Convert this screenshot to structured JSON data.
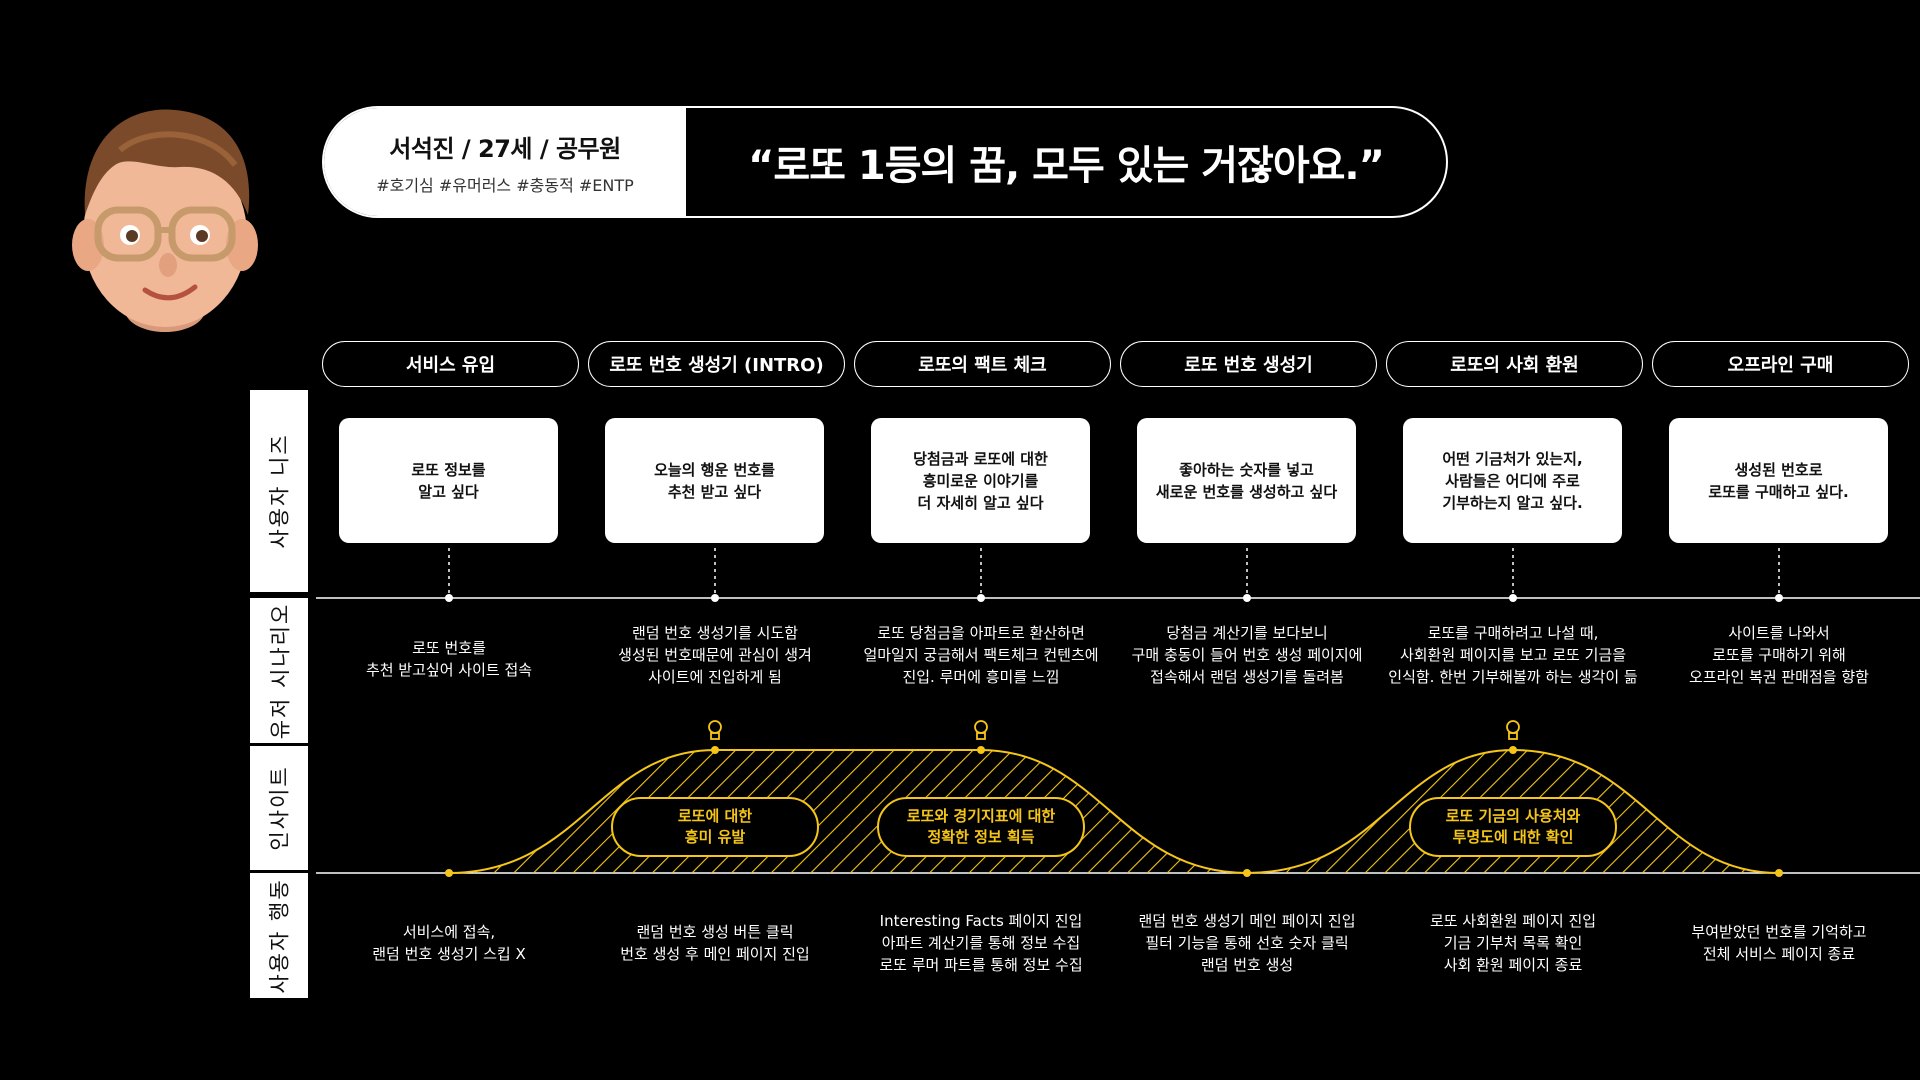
{
  "persona": {
    "name": "서석진 / 27세 / 공무원",
    "tags": "#호기심 #유머러스 #충동적 #ENTP",
    "quote": "“로또 1등의 꿈, 모두 있는 거잖아요.”"
  },
  "row_labels": [
    "사용자 니즈",
    "유저 시나리오",
    "인사이트",
    "사용자 행동"
  ],
  "stages": [
    "서비스 유입",
    "로또 번호 생성기 (INTRO)",
    "로또의 팩트 체크",
    "로또 번호 생성기",
    "로또의 사회 환원",
    "오프라인 구매"
  ],
  "needs": [
    "로또 정보를\n알고 싶다",
    "오늘의 행운 번호를\n추천 받고 싶다",
    "당첨금과 로또에 대한\n흥미로운 이야기를\n더 자세히 알고 싶다",
    "좋아하는 숫자를 넣고\n새로운 번호를 생성하고 싶다",
    "어떤 기금처가 있는지,\n사람들은 어디에 주로\n기부하는지 알고 싶다.",
    "생성된 번호로\n로또를 구매하고 싶다."
  ],
  "scenarios": [
    "로또 번호를\n추천 받고싶어 사이트 접속",
    "랜덤 번호 생성기를 시도함\n생성된 번호때문에 관심이 생겨\n사이트에 진입하게 됨",
    "로또 당첨금을 아파트로 환산하면\n얼마일지 궁금해서 팩트체크 컨텐츠에\n진입. 루머에 흥미를 느낌",
    "당첨금 계산기를 보다보니\n구매 충동이 들어 번호 생성 페이지에\n접속해서 랜덤 생성기를 돌려봄",
    "로또를 구매하려고 나설 때,\n사회환원 페이지를 보고 로또 기금을\n인식함. 한번 기부해볼까 하는 생각이 듦",
    "사이트를 나와서\n로또를 구매하기 위해\n오프라인 복권 판매점을 향함"
  ],
  "insights": [
    "로또에 대한\n흥미 유발",
    "로또와 경기지표에 대한\n정확한 정보 획득",
    "로또 기금의 사용처와\n투명도에 대한 확인"
  ],
  "actions": [
    "서비스에 접속,\n랜덤 번호 생성기 스킵 X",
    "랜덤 번호 생성 버튼 클릭\n번호 생성 후 메인 페이지 진입",
    "Interesting Facts 페이지 진입\n아파트 계산기를 통해 정보 수집\n로또 루머 파트를 통해 정보 수집",
    "랜덤 번호 생성기 메인 페이지 진입\n필터 기능을 통해 선호 숫자 클릭\n랜덤 번호 생성",
    "로또 사회환원 페이지 진입\n기금 기부처 목록 확인\n사회 환원 페이지 종료",
    "부여받았던 번호를 기억하고\n전체 서비스 페이지 종료"
  ],
  "colors": {
    "background": "#000000",
    "accent": "#f5c518",
    "card": "#ffffff"
  },
  "icons": {
    "insight_marker": "lightbulb-icon"
  }
}
